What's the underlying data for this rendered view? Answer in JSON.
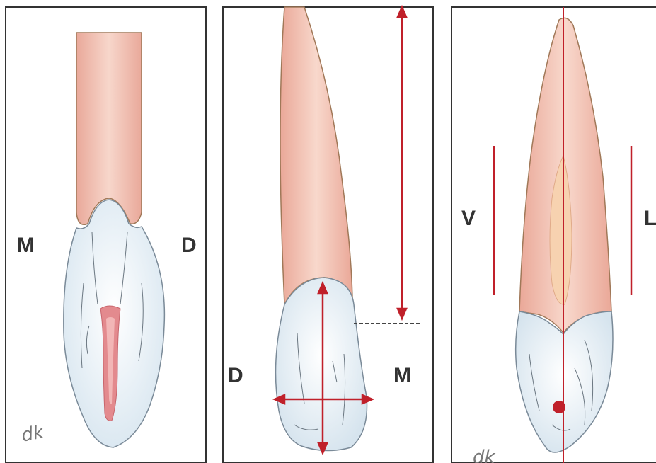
{
  "panels": [
    {
      "id": "incisal-view",
      "labels": {
        "left": "M",
        "right": "D"
      },
      "signature": "dk"
    },
    {
      "id": "proximal-view",
      "labels": {
        "left": "D",
        "right": "M"
      }
    },
    {
      "id": "labiolingual-view",
      "labels": {
        "left": "V",
        "right": "L"
      },
      "signature": "dk"
    }
  ],
  "colors": {
    "root": "#f3c3b3",
    "root_outline": "#a07858",
    "crown": "#e8f0f6",
    "crown_outline": "#7a8a98",
    "pulp": "#e38a8e",
    "pulp_light": "#f7d2b0",
    "measure_line": "#c0202a",
    "frame": "#333333"
  }
}
